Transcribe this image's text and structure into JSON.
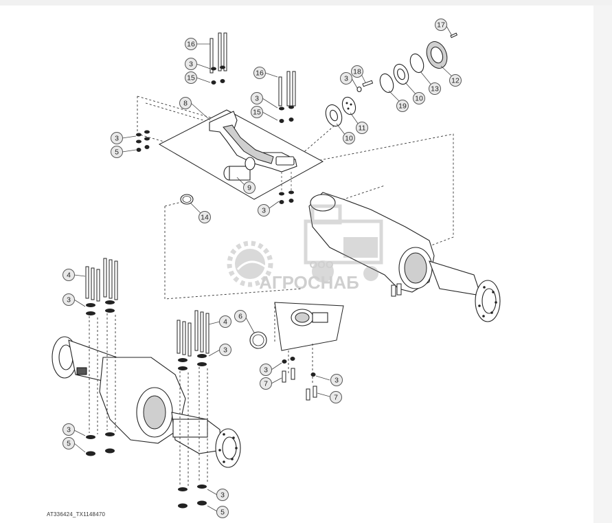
{
  "figure_code": "AT336424_TX1148470",
  "watermark": {
    "prefix": "ООО",
    "brand": "АГРОСНАБ"
  },
  "callouts": [
    "16",
    "3",
    "15",
    "8",
    "3",
    "5",
    "16",
    "3",
    "15",
    "9",
    "14",
    "3",
    "18",
    "3",
    "10",
    "11",
    "19",
    "10",
    "13",
    "12",
    "17",
    "4",
    "3",
    "4",
    "3",
    "6",
    "3",
    "7",
    "3",
    "7",
    "3",
    "5",
    "3",
    "5"
  ],
  "colors": {
    "background": "#ffffff",
    "line": "#222222",
    "callout_fill": "#e9e9e9",
    "watermark": "#9a9a9a"
  }
}
